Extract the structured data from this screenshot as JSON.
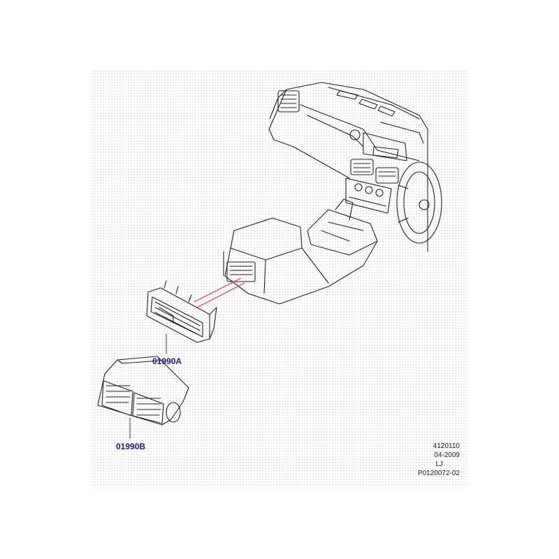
{
  "callouts": {
    "part_a": "01990A",
    "part_b": "01990B"
  },
  "reference": {
    "illustration_no": "4120110",
    "date": "04-2009",
    "vehicle_code": "LJ",
    "drawing_no": "P0120072-02"
  },
  "colors": {
    "callout_text": "#1e1a78",
    "leader_red": "#d23a3a",
    "line_art": "#222222"
  },
  "icons": [
    "dashboard-illustration",
    "vent-grille-a-illustration",
    "vent-housing-b-illustration"
  ]
}
